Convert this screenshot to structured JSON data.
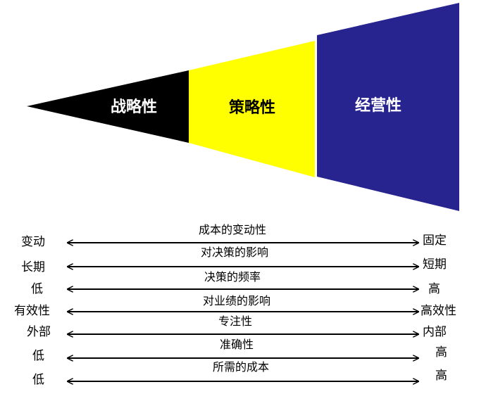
{
  "funnel": {
    "segments": [
      {
        "label": "战略性",
        "color": "#000000"
      },
      {
        "label": "策略性",
        "color": "#ffff00"
      },
      {
        "label": "经营性",
        "color": "#27238f"
      }
    ]
  },
  "dimensions": [
    {
      "caption": "成本的变动性",
      "left": "变动",
      "right": "固定"
    },
    {
      "caption": "对决策的影响",
      "left": "长期",
      "right": "短期"
    },
    {
      "caption": "决策的频率",
      "left": "低",
      "right": "高"
    },
    {
      "caption": "对业绩的影响",
      "left": "有效性",
      "right": "高效性"
    },
    {
      "caption": "专注性",
      "left": "外部",
      "right": "内部"
    },
    {
      "caption": "准确性",
      "left": "低",
      "right": "高"
    },
    {
      "caption": "所需的成本",
      "left": "低",
      "right": "高"
    }
  ]
}
